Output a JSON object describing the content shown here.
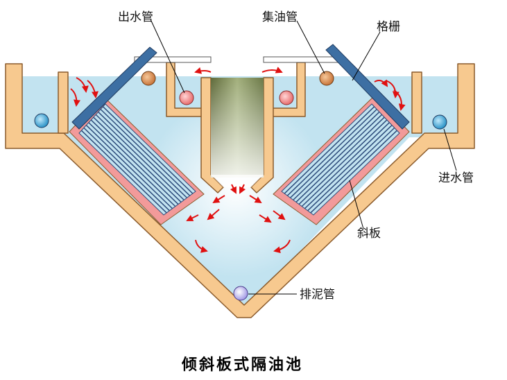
{
  "title": "倾斜板式隔油池",
  "labels": {
    "outlet_pipe": "出水管",
    "oil_collection_pipe": "集油管",
    "grille": "格栅",
    "inlet_pipe": "进水管",
    "inclined_plates": "斜板",
    "sludge_pipe": "排泥管"
  },
  "colors": {
    "wall_fill": "#f7c98f",
    "wall_stroke": "#8a5a2b",
    "water": "#c2e3f0",
    "plate_frame": "#f29a9a",
    "plate_lines": "#2c4a7a",
    "grille": "#3d6fa3",
    "flow_arrow": "#e01010",
    "outlet_pipe": "#f08a8a",
    "oil_pipe": "#d9894a",
    "inlet_pipe": "#3aa6d8",
    "sludge_pipe": "#b9b4ee"
  }
}
